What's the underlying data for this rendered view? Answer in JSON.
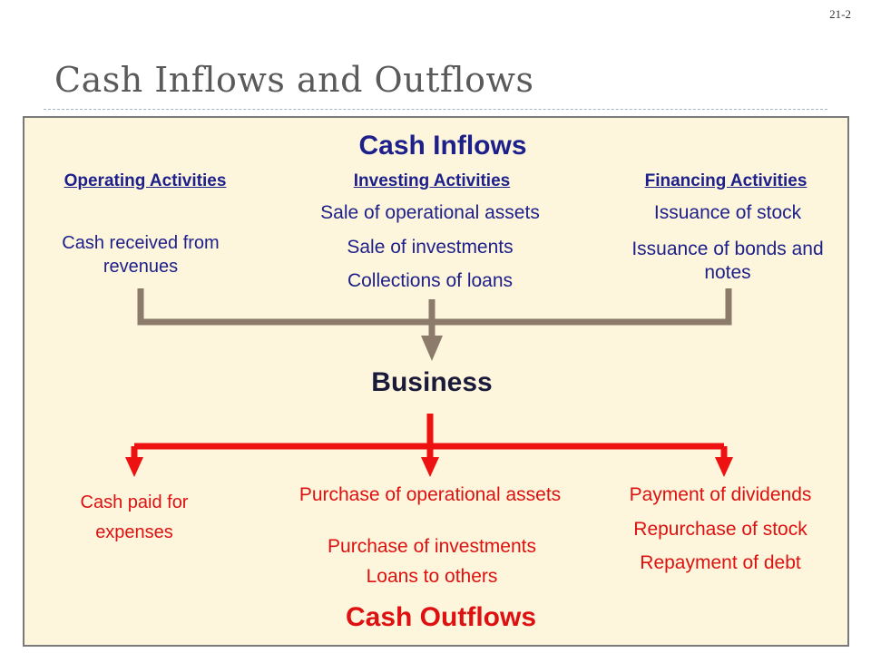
{
  "slide_number": "21-2",
  "title": "Cash Inflows and Outflows",
  "inflows": {
    "heading": "Cash Inflows",
    "operating": {
      "header": "Operating Activities",
      "items": [
        "Cash received from revenues"
      ]
    },
    "investing": {
      "header": "Investing Activities",
      "items": [
        "Sale of operational assets",
        "Sale of investments",
        "Collections of loans"
      ]
    },
    "financing": {
      "header": "Financing Activities",
      "items": [
        "Issuance of stock",
        "Issuance of bonds and notes"
      ]
    }
  },
  "center_node": "Business",
  "outflows": {
    "heading": "Cash Outflows",
    "operating": {
      "items": [
        "Cash paid for expenses"
      ]
    },
    "investing": {
      "items": [
        "Purchase of operational assets",
        "Purchase of investments",
        "Loans to others"
      ]
    },
    "financing": {
      "items": [
        "Payment of dividends",
        "Repurchase of stock",
        "Repayment of debt"
      ]
    }
  },
  "colors": {
    "inflow_text": "#1d1f8a",
    "outflow_text": "#dd1111",
    "inflow_connector": "#8c7a6b",
    "outflow_connector": "#ee1111",
    "panel_background": "#fdf6dc"
  }
}
